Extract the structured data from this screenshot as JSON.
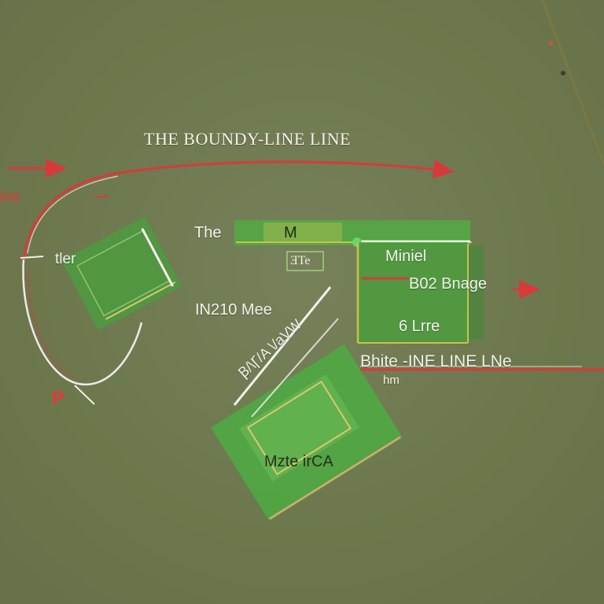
{
  "title": "THE BOUNDY-LINE LINE",
  "labels": {
    "left_ine": "ine",
    "the": "The",
    "m": "M",
    "tler": "tler",
    "ote": "ƎTe",
    "miniel": "Miniel",
    "b02_bnage": "B02 Bnage",
    "in210_mee": "IN210 Mee",
    "six_lrre": "6 Lrre",
    "bhite_line": "Bhite -INE LINE LNe",
    "hm": "hm",
    "p": "P",
    "diag_text": "Ꞵ/\\Ꞅ/A \\/aVW",
    "mzte_irca": "Mzte irCA"
  },
  "colors": {
    "background": "#6f7a4f",
    "arrow_red": "#d83a3a",
    "field_green": "#4f9a3e",
    "panel_yellow": "#c9c24a",
    "text_white": "#f3f3ec"
  }
}
